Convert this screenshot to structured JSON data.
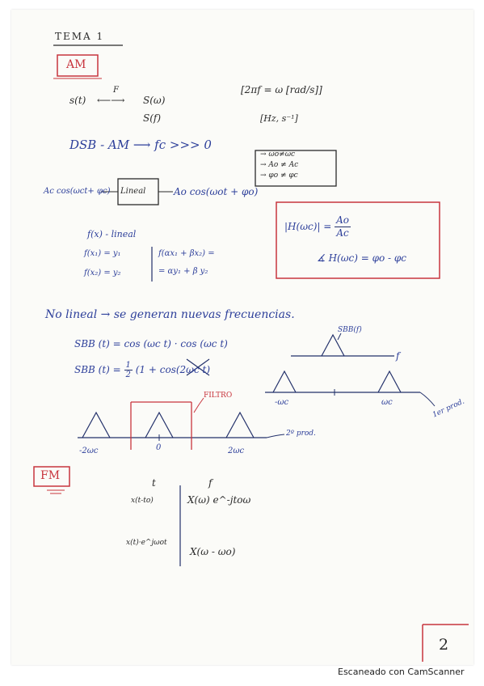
{
  "header": {
    "title": "TEMA 1",
    "section_am": "AM",
    "section_fm": "FM"
  },
  "fourier": {
    "left": "s(t)",
    "arrow_label": "F",
    "right_w": "S(ω)",
    "right_f": "S(f)",
    "relation": "[2πf = ω [rad/s]]",
    "units": "[Hz, s⁻¹]"
  },
  "dsb": {
    "line": "DSB - AM ⟶ fc >>> 0"
  },
  "conditions": {
    "items": [
      "→ ωo≠ωc",
      "→ Ao ≠ Ac",
      "→ φo ≠ φc"
    ]
  },
  "system": {
    "input": "Ac cos(ωct+ φc)",
    "block": "Lineal",
    "output": "Ao cos(ωot + φo)"
  },
  "transfer": {
    "lhs": "|H(ωc)| =",
    "num": "Ao",
    "den": "Ac",
    "phase": "∡ H(ωc) = φo - φc"
  },
  "linear": {
    "title": "f(x) - lineal",
    "eq1": "f(x₁) = y₁",
    "eq2": "f(x₂) = y₂",
    "eq3": "f(αx₁ + βx₂) =",
    "eq4": "= αy₁ + β y₂"
  },
  "nonlinear": {
    "sentence": "No lineal → se generan nuevas frecuencias."
  },
  "sbb": {
    "eq1": "SBB (t) = cos (ωc t) · cos (ωc t)",
    "eq2_a": "SBB (t) = ",
    "eq2_half": "1",
    "eq2_two": "2",
    "eq2_b": "(1 + cos(",
    "eq2_crossed": "2ωc",
    "eq2_c": " t)",
    "spectrum_label": "SBB(f)",
    "axis_f": "f",
    "tick_neg": "-ωc",
    "tick_pos": "ωc",
    "note_first": "1er prod."
  },
  "filter_plot": {
    "filter_label": "FILTRO",
    "tick_neg": "-2ωc",
    "tick_zero": "0",
    "tick_pos": "2ωc",
    "note_second": "2º prod."
  },
  "fm_table": {
    "col_t": "t",
    "col_f": "f",
    "row1_left": "x(t-to)",
    "row1_right": "X(ω) e^-jtoω",
    "row2_left": "x(t)·e^jωot",
    "row2_right": "X(ω - ωo)"
  },
  "page_number": "2",
  "watermark": "Escaneado con CamScanner",
  "colors": {
    "ink_blue": "#22306a",
    "ink_red": "#c8343d",
    "paper": "#fbfbf8"
  }
}
